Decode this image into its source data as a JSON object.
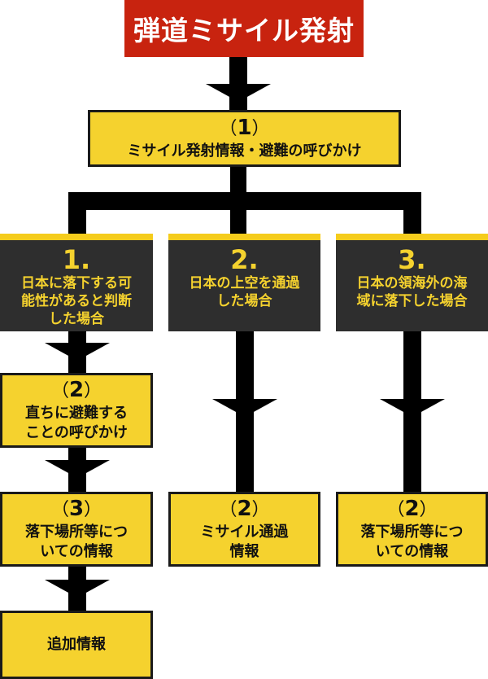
{
  "title": "弾道ミサイル発射",
  "step1": {
    "number": "1",
    "paren_open": "（",
    "paren_close": "）",
    "text": "ミサイル発射情報・避難の呼びかけ"
  },
  "cases": [
    {
      "number": "1.",
      "lines": [
        "日本に落下する可",
        "能性があると判断",
        "した場合"
      ]
    },
    {
      "number": "2.",
      "lines": [
        "日本の上空を通過",
        "した場合"
      ]
    },
    {
      "number": "3.",
      "lines": [
        "日本の領海外の海",
        "域に落下した場合"
      ]
    }
  ],
  "case1_steps": [
    {
      "number": "2",
      "lines": [
        "直ちに避難する",
        "ことの呼びかけ"
      ]
    },
    {
      "number": "3",
      "lines": [
        "落下場所等につ",
        "いての情報"
      ]
    },
    {
      "number": "",
      "lines": [
        "追加情報"
      ]
    }
  ],
  "case2_step": {
    "number": "2",
    "lines": [
      "ミサイル通過",
      "情報"
    ]
  },
  "case3_step": {
    "number": "2",
    "lines": [
      "落下場所等につ",
      "いての情報"
    ]
  },
  "colors": {
    "title_bg": "#c8230f",
    "box_yellow": "#f5d22e",
    "case_dark": "#2e2e2e",
    "connector": "#000000"
  }
}
